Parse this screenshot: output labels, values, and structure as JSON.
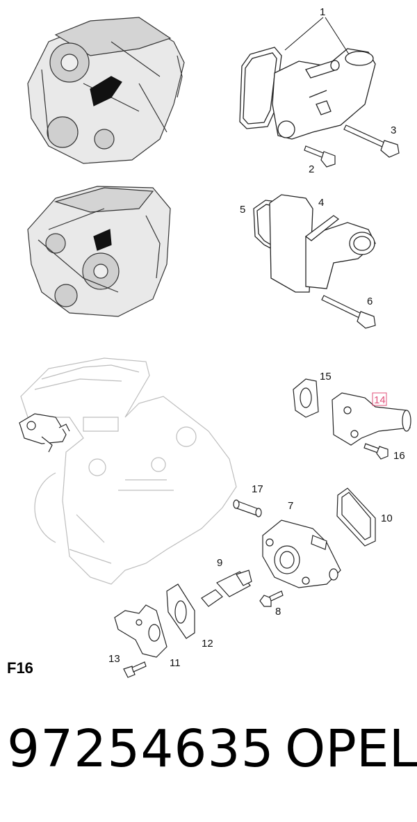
{
  "callouts": {
    "c1": "1",
    "c2": "2",
    "c3": "3",
    "c4": "4",
    "c5": "5",
    "c6": "6",
    "c7": "7",
    "c8": "8",
    "c9": "9",
    "c10": "10",
    "c11": "11",
    "c12": "12",
    "c13": "13",
    "c14": "14",
    "c15": "15",
    "c16": "16",
    "c17": "17"
  },
  "highlight_color": "#e0507a",
  "section_label": "F16",
  "part_number": "97254635",
  "brand": "OPEL"
}
